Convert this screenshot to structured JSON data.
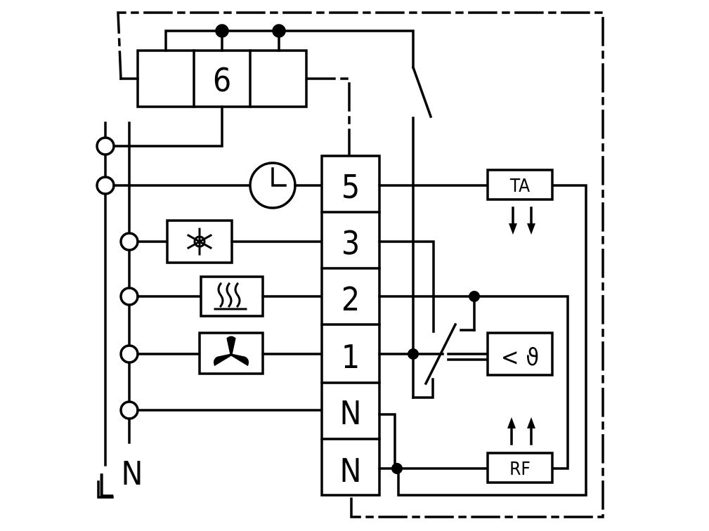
{
  "terminals": {
    "t5": "5",
    "t3": "3",
    "t2": "2",
    "t1": "1",
    "tn1": "N",
    "tn2": "N"
  },
  "relay": {
    "label": "6"
  },
  "components": {
    "ta": "TA",
    "rf": "RF",
    "sensor": "< ϑ"
  },
  "mains": {
    "line": "L",
    "neutral": "N"
  },
  "icons": {
    "timer": "clock-icon",
    "cooling": "snowflake-icon",
    "heating": "heat-waves-icon",
    "fan": "fan-icon"
  },
  "colors": {
    "line": "#000000",
    "background": "#ffffff"
  }
}
